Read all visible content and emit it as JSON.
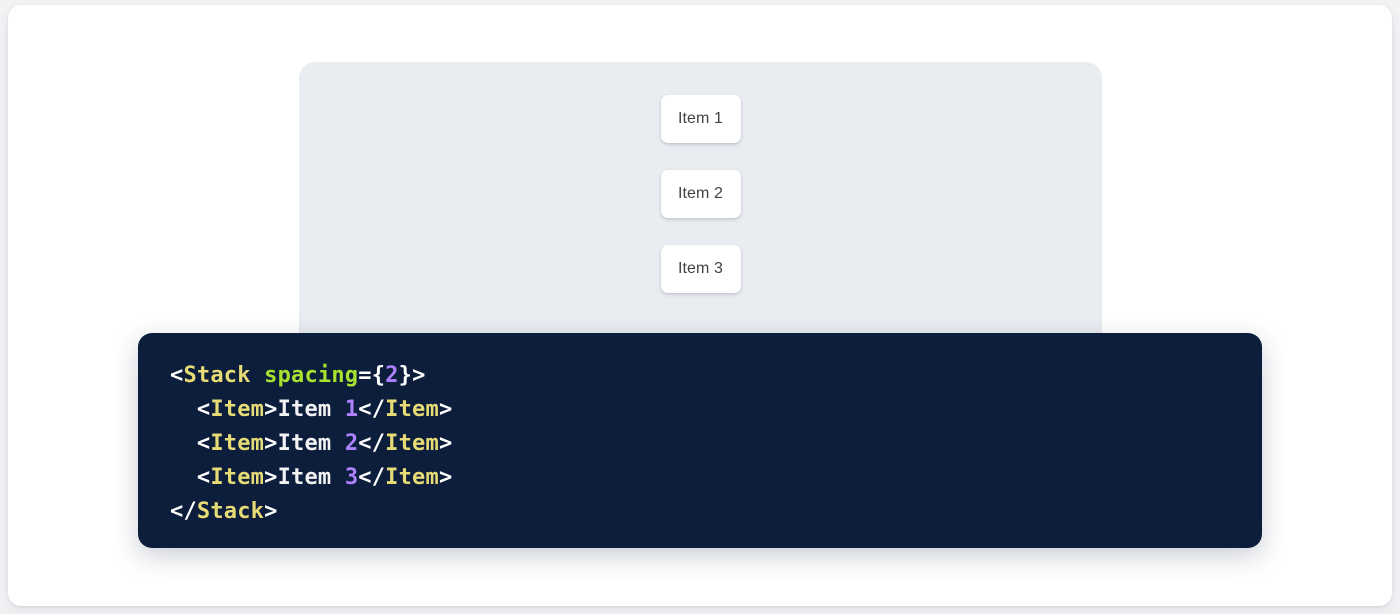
{
  "preview": {
    "panel_bg": "#e9ecf1",
    "items": [
      {
        "label": "Item 1"
      },
      {
        "label": "Item 2"
      },
      {
        "label": "Item 3"
      }
    ]
  },
  "code": {
    "background": "#0c1e3c",
    "language": "jsx",
    "colors": {
      "tag": "#e6db74",
      "attribute": "#a6e22e",
      "number": "#ae81ff",
      "punctuation": "#ffffff",
      "text": "#f2f2f2"
    },
    "lines": [
      {
        "indent": "",
        "tokens": [
          {
            "type": "punct",
            "text": "<"
          },
          {
            "type": "tag",
            "text": "Stack"
          },
          {
            "type": "text",
            "text": " "
          },
          {
            "type": "attr",
            "text": "spacing"
          },
          {
            "type": "punct",
            "text": "="
          },
          {
            "type": "punct",
            "text": "{"
          },
          {
            "type": "number",
            "text": "2"
          },
          {
            "type": "punct",
            "text": "}"
          },
          {
            "type": "punct",
            "text": ">"
          }
        ]
      },
      {
        "indent": "  ",
        "tokens": [
          {
            "type": "punct",
            "text": "<"
          },
          {
            "type": "tag",
            "text": "Item"
          },
          {
            "type": "punct",
            "text": ">"
          },
          {
            "type": "text",
            "text": "Item "
          },
          {
            "type": "number",
            "text": "1"
          },
          {
            "type": "punct",
            "text": "</"
          },
          {
            "type": "tag",
            "text": "Item"
          },
          {
            "type": "punct",
            "text": ">"
          }
        ]
      },
      {
        "indent": "  ",
        "tokens": [
          {
            "type": "punct",
            "text": "<"
          },
          {
            "type": "tag",
            "text": "Item"
          },
          {
            "type": "punct",
            "text": ">"
          },
          {
            "type": "text",
            "text": "Item "
          },
          {
            "type": "number",
            "text": "2"
          },
          {
            "type": "punct",
            "text": "</"
          },
          {
            "type": "tag",
            "text": "Item"
          },
          {
            "type": "punct",
            "text": ">"
          }
        ]
      },
      {
        "indent": "  ",
        "tokens": [
          {
            "type": "punct",
            "text": "<"
          },
          {
            "type": "tag",
            "text": "Item"
          },
          {
            "type": "punct",
            "text": ">"
          },
          {
            "type": "text",
            "text": "Item "
          },
          {
            "type": "number",
            "text": "3"
          },
          {
            "type": "punct",
            "text": "</"
          },
          {
            "type": "tag",
            "text": "Item"
          },
          {
            "type": "punct",
            "text": ">"
          }
        ]
      },
      {
        "indent": "",
        "tokens": [
          {
            "type": "punct",
            "text": "</"
          },
          {
            "type": "tag",
            "text": "Stack"
          },
          {
            "type": "punct",
            "text": ">"
          }
        ]
      }
    ]
  }
}
